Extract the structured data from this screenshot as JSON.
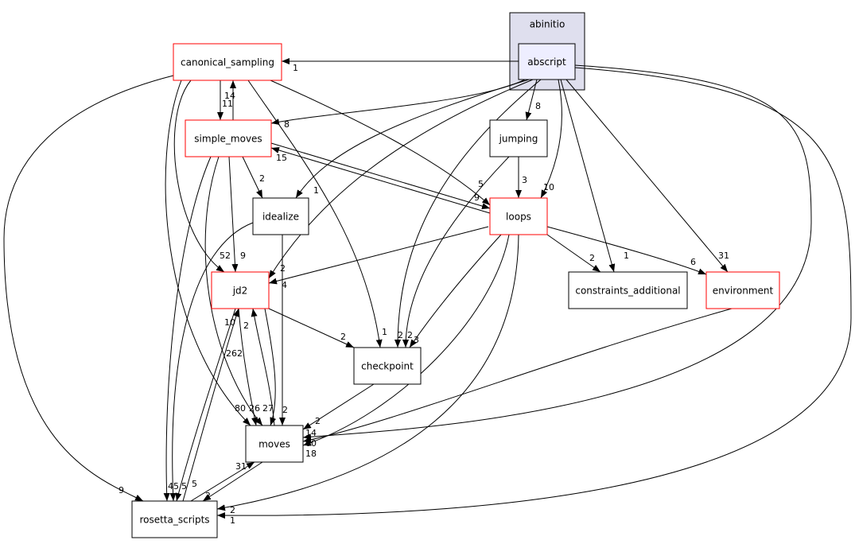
{
  "cluster": {
    "label": "abinitio",
    "fill": "#dfdfee"
  },
  "nodes": {
    "abscript": {
      "label": "abscript",
      "border": "#000000",
      "fill": "#eeeeff"
    },
    "canonical_sampling": {
      "label": "canonical_sampling",
      "border": "#ff0000"
    },
    "simple_moves": {
      "label": "simple_moves",
      "border": "#ff0000"
    },
    "jumping": {
      "label": "jumping",
      "border": "#000000"
    },
    "idealize": {
      "label": "idealize",
      "border": "#000000"
    },
    "loops": {
      "label": "loops",
      "border": "#ff0000"
    },
    "jd2": {
      "label": "jd2",
      "border": "#ff0000"
    },
    "constraints_additional": {
      "label": "constraints_additional",
      "border": "#000000"
    },
    "environment": {
      "label": "environment",
      "border": "#ff0000"
    },
    "checkpoint": {
      "label": "checkpoint",
      "border": "#000000"
    },
    "moves": {
      "label": "moves",
      "border": "#000000"
    },
    "rosetta_scripts": {
      "label": "rosetta_scripts",
      "border": "#000000"
    }
  },
  "edges": [
    {
      "from": "abscript",
      "to": "canonical_sampling",
      "label": "1"
    },
    {
      "from": "abscript",
      "to": "simple_moves",
      "label": "8"
    },
    {
      "from": "abscript",
      "to": "jumping",
      "label": "8"
    },
    {
      "from": "abscript",
      "to": "loops",
      "label": "10"
    },
    {
      "from": "abscript",
      "to": "constraints_additional",
      "label": "1"
    },
    {
      "from": "abscript",
      "to": "environment",
      "label": "31"
    },
    {
      "from": "abscript",
      "to": "idealize",
      "label": "1"
    },
    {
      "from": "abscript",
      "to": "jd2",
      "label": "2"
    },
    {
      "from": "abscript",
      "to": "checkpoint",
      "label": "2"
    },
    {
      "from": "abscript",
      "to": "moves",
      "label": "14"
    },
    {
      "from": "abscript",
      "to": "rosetta_scripts",
      "label": "1"
    },
    {
      "from": "canonical_sampling",
      "to": "simple_moves",
      "label": "11"
    },
    {
      "from": "simple_moves",
      "to": "canonical_sampling",
      "label": "14"
    },
    {
      "from": "canonical_sampling",
      "to": "loops",
      "label": "5"
    },
    {
      "from": "canonical_sampling",
      "to": "checkpoint",
      "label": "1"
    },
    {
      "from": "canonical_sampling",
      "to": "jd2",
      "label": "52"
    },
    {
      "from": "canonical_sampling",
      "to": "moves",
      "label": "80"
    },
    {
      "from": "canonical_sampling",
      "to": "rosetta_scripts",
      "label": "9"
    },
    {
      "from": "simple_moves",
      "to": "idealize",
      "label": "2"
    },
    {
      "from": "simple_moves",
      "to": "jd2",
      "label": "9"
    },
    {
      "from": "simple_moves",
      "to": "moves",
      "label": "26"
    },
    {
      "from": "simple_moves",
      "to": "rosetta_scripts",
      "label": "45"
    },
    {
      "from": "simple_moves",
      "to": "loops",
      "label": "9"
    },
    {
      "from": "loops",
      "to": "simple_moves",
      "label": "15"
    },
    {
      "from": "jumping",
      "to": "loops",
      "label": "3"
    },
    {
      "from": "jumping",
      "to": "checkpoint",
      "label": "2"
    },
    {
      "from": "idealize",
      "to": "moves",
      "label": "2"
    },
    {
      "from": "idealize",
      "to": "rosetta_scripts",
      "label": "5"
    },
    {
      "from": "jd2",
      "to": "checkpoint",
      "label": "2"
    },
    {
      "from": "jd2",
      "to": "moves",
      "label": "262"
    },
    {
      "from": "moves",
      "to": "jd2",
      "label": "2"
    },
    {
      "from": "rosetta_scripts",
      "to": "jd2",
      "label": "10"
    },
    {
      "from": "checkpoint",
      "to": "moves",
      "label": "2"
    },
    {
      "from": "loops",
      "to": "checkpoint",
      "label": "3"
    },
    {
      "from": "loops",
      "to": "constraints_additional",
      "label": "2"
    },
    {
      "from": "loops",
      "to": "environment",
      "label": "6"
    },
    {
      "from": "loops",
      "to": "moves",
      "label": "60"
    },
    {
      "from": "loops",
      "to": "rosetta_scripts",
      "label": "2"
    },
    {
      "from": "loops",
      "to": "jd2",
      "label": "4"
    },
    {
      "from": "environment",
      "to": "moves",
      "label": "18"
    },
    {
      "from": "rosetta_scripts",
      "to": "moves",
      "label": "31"
    },
    {
      "from": "moves",
      "to": "rosetta_scripts",
      "label": "2"
    },
    {
      "from": "jd2",
      "to": "rosetta_scripts",
      "label": "5"
    },
    {
      "from": "idealize",
      "to": "jd2",
      "label": "27"
    }
  ]
}
